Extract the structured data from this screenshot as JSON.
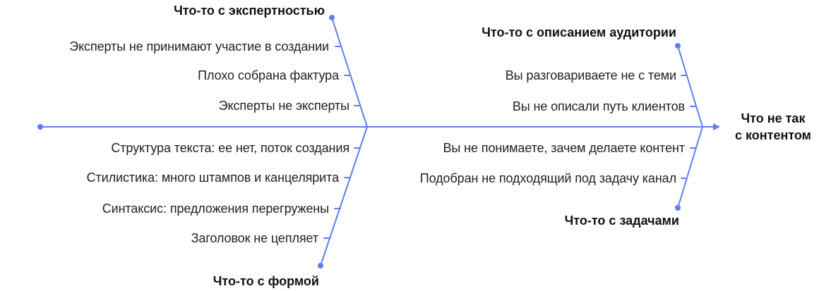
{
  "diagram": {
    "type": "fishbone",
    "line_color": "#5B7FF5",
    "effect": {
      "line1": "Что не так",
      "line2": "с контентом"
    },
    "categories": [
      {
        "id": "expertise",
        "title": "Что-то с экспертностью",
        "position": "top-left",
        "causes": [
          "Эксперты не принимают участие в создании",
          "Плохо собрана фактура",
          "Эксперты не эксперты"
        ]
      },
      {
        "id": "form",
        "title": "Что-то с формой",
        "position": "bottom-left",
        "causes": [
          "Структура текста: ее нет, поток создания",
          "Стилистика: много штампов и канцелярита",
          "Синтаксис: предложения перегружены",
          "Заголовок не цепляет"
        ]
      },
      {
        "id": "audience",
        "title": "Что-то с описанием аудитории",
        "position": "top-right",
        "causes": [
          "Вы разговариваете не с теми",
          "Вы не описали путь клиентов"
        ]
      },
      {
        "id": "tasks",
        "title": "Что-то с задачами",
        "position": "bottom-right",
        "causes": [
          "Вы не понимаете, зачем делаете контент",
          "Подобран не подходящий под задачу канал"
        ]
      }
    ]
  }
}
